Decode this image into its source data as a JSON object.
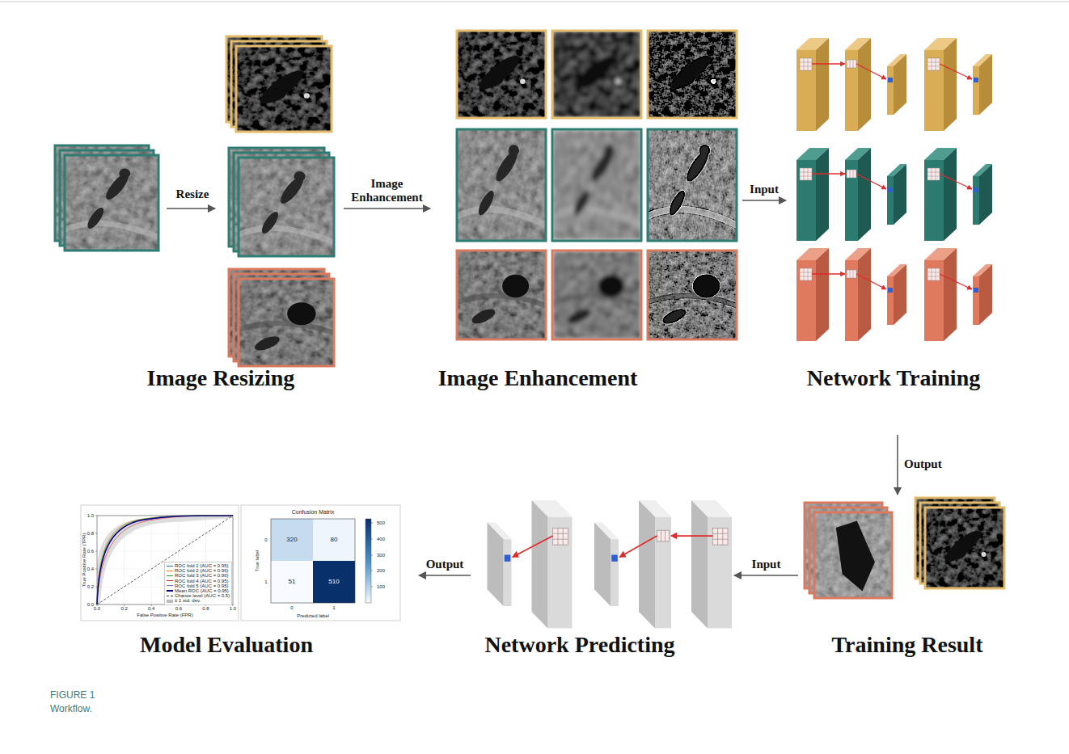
{
  "diagram": {
    "caption": "FIGURE 1 Workflow.",
    "nodes": [
      {
        "text": [
          "Image Resizing"
        ]
      },
      {
        "text": [
          "Image Enhancement"
        ]
      },
      {
        "text": [
          "Network Training"
        ]
      },
      {
        "text": [
          "Training Result"
        ]
      },
      {
        "text": [
          "Network Predicting"
        ]
      },
      {
        "text": [
          "Model Evaluation"
        ]
      }
    ],
    "edges": [
      {
        "from": 0,
        "to": 1,
        "arrow": "to",
        "label": "Image Enhancement"
      },
      {
        "from": 1,
        "to": 2,
        "arrow": "to",
        "label": "Input"
      },
      {
        "from": 2,
        "to": 3,
        "arrow": "to",
        "label": "Output"
      },
      {
        "from": 3,
        "to": 4,
        "arrow": "to",
        "label": "Input"
      },
      {
        "from": 4,
        "to": 5,
        "arrow": "to",
        "label": "Output"
      }
    ],
    "labels": [
      "Resize",
      "Confusion Matrix",
      "True label",
      "Predicted label",
      "0",
      "1",
      "0",
      "1",
      "320",
      "80",
      "51",
      "510",
      "500",
      "400",
      "300",
      "200",
      "100",
      "True Positive Rate (TPR)",
      "False Positive Rate (FPR)",
      "0.0",
      "0.2",
      "0.4",
      "0.6",
      "0.8",
      "1.0",
      "0.0",
      "0.2",
      "0.4",
      "0.6",
      "0.8",
      "1.0"
    ],
    "legend": [
      {
        "text": "ROC fold 1 (AUC = 0.95)"
      },
      {
        "text": "ROC fold 2 (AUC = 0.96)"
      },
      {
        "text": "ROC fold 3 (AUC = 0.96)"
      },
      {
        "text": "ROC fold 4 (AUC = 0.95)"
      },
      {
        "text": "ROC fold 5 (AUC = 0.95)"
      },
      {
        "text": "Mean ROC (AUC = 0.95)"
      },
      {
        "text": "Chance level (AUC = 0.5)"
      },
      {
        "text": "± 1 std. dev."
      }
    ]
  }
}
